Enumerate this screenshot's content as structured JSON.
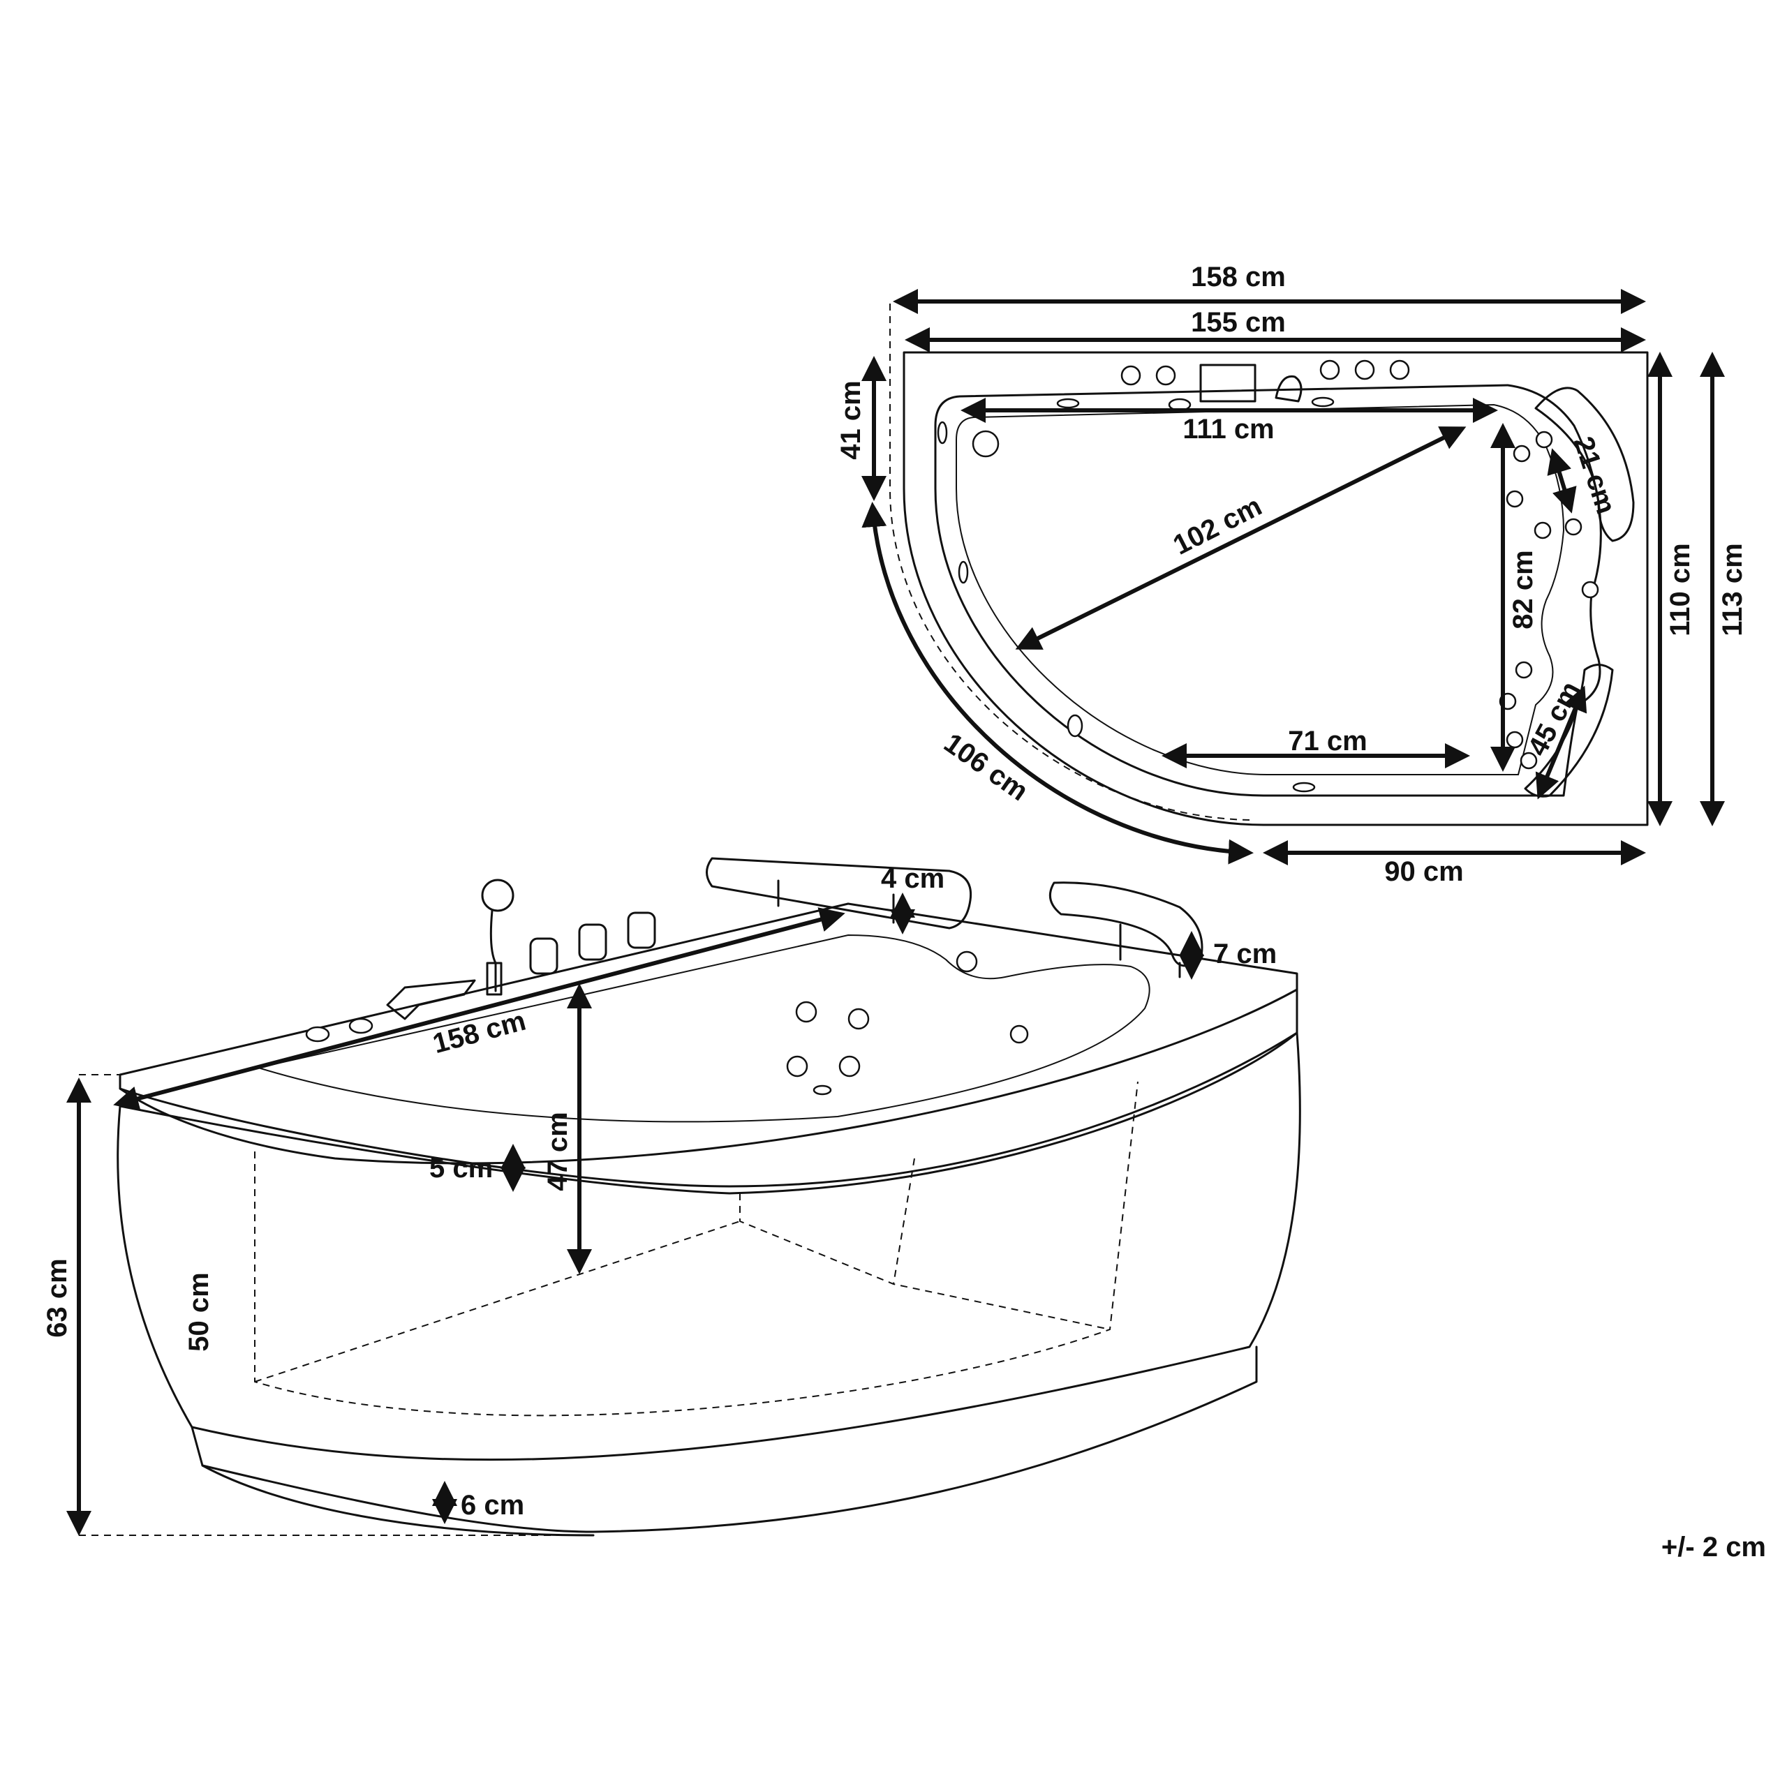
{
  "dimensions": {
    "top_total_width": "158 cm",
    "top_inner_width": "155 cm",
    "top_straight_edge": "41 cm",
    "inner_length": "111 cm",
    "diagonal": "102 cm",
    "backrest_length": "21 cm",
    "inner_width": "82 cm",
    "outer_depth_inner": "110 cm",
    "outer_depth_total": "113 cm",
    "armrest_length": "45 cm",
    "bottom_width": "71 cm",
    "curved_edge": "106 cm",
    "bottom_straight": "90 cm",
    "side_length": "158 cm",
    "headrest_height": "4 cm",
    "headrest_gap": "7 cm",
    "inner_depth": "47 cm",
    "rim_height": "5 cm",
    "panel_height": "50 cm",
    "total_height": "63 cm",
    "base_height": "6 cm"
  },
  "tolerance": "+/- 2 cm"
}
